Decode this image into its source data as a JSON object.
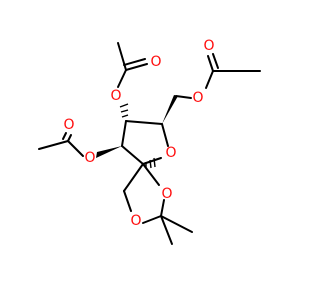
{
  "molecule": {
    "atoms": {
      "o_ring": "O",
      "o_dioxolane_right": "O",
      "o_dioxolane_left": "O",
      "o_ester_top": "O",
      "o_carbonyl_top": "O",
      "o_ester_left": "O",
      "o_carbonyl_left": "O",
      "o_ester_ch2": "O",
      "o_carbonyl_right": "O"
    }
  },
  "colors": {
    "bond": "#000000",
    "oxygen": "#ff0d0d",
    "background": "#ffffff"
  }
}
